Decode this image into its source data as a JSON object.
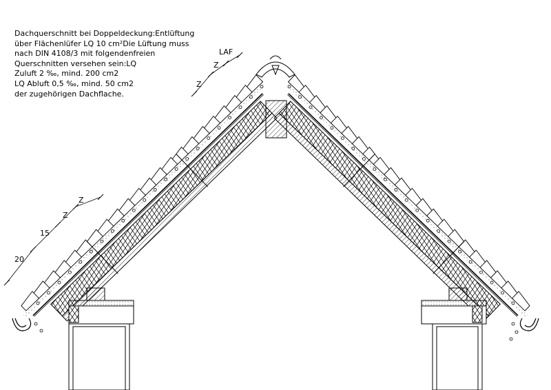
{
  "note": {
    "lines": [
      "Dachquerschnitt bei Doppeldeckung:Entlüftung",
      "über Flächenlüfer LQ 10 cm²Die Lüftung muss",
      "nach DIN 4108/3 mit folgendenfreien",
      "Querschnitten versehen sein:LQ",
      "Zuluft 2 ‰, mind. 200 cm2",
      "LQ Abluft 0,5 ‰, mind. 50 cm2",
      "der zugehörigen Dachflache."
    ]
  },
  "dimensions": {
    "laf": "LAF",
    "z_ridge_1": "Z",
    "z_ridge_2": "Z",
    "z_eave_1": "Z",
    "z_eave_2": "Z",
    "fifteen": "15",
    "twenty": "20"
  },
  "colors": {
    "line": "#000000",
    "background": "#ffffff"
  }
}
